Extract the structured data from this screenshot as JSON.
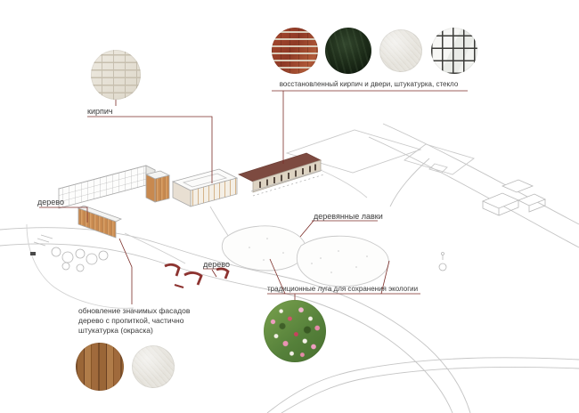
{
  "diagram": {
    "callouts": {
      "brick_label": "кирпич",
      "restored_label": "восстановленный кирпич и двери, штукатурка, стекло",
      "wood_left_label": "дерево",
      "benches_label": "деревянные лавки",
      "wood_bottom_label": "дерево",
      "meadow_label": "традиционные луга для сохранения экологии",
      "facade_note": {
        "line1": "обновление значимых фасадов",
        "line2": "дерево с пропиткой, частично",
        "line3": "штукатурка (окраска)"
      }
    },
    "swatches": [
      "white-brick",
      "red-brick",
      "dark-doors",
      "plaster",
      "glass",
      "meadow-flowers",
      "wood-planks",
      "plaster-paint"
    ],
    "colors": {
      "leader_line": "#7b2d28",
      "drawing_line": "#bdbdbd",
      "bench_red": "#8d3330",
      "brick_roof": "#7d4a40",
      "wood_tan": "#d9a066"
    }
  }
}
